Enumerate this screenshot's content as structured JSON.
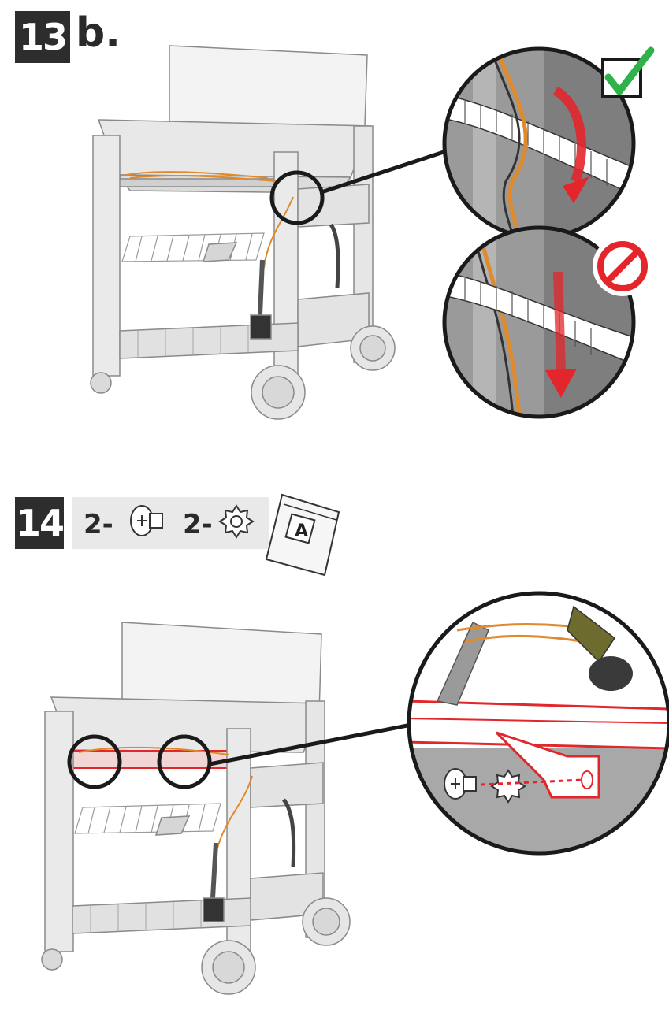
{
  "step13": {
    "number": "13",
    "sub_label": "b."
  },
  "step14": {
    "number": "14",
    "parts": [
      {
        "qty": "2-",
        "icon": "screw-icon"
      },
      {
        "qty": "2-",
        "icon": "lock-washer-icon"
      }
    ],
    "bag_label": "A"
  },
  "colors": {
    "badge": "#2d2d2d",
    "check": "#2fb24a",
    "prohibited": "#e3262b",
    "arrow_red": "#e3262b",
    "wire_orange": "#e08a2c",
    "frame_gray": "#bdbdbd"
  }
}
